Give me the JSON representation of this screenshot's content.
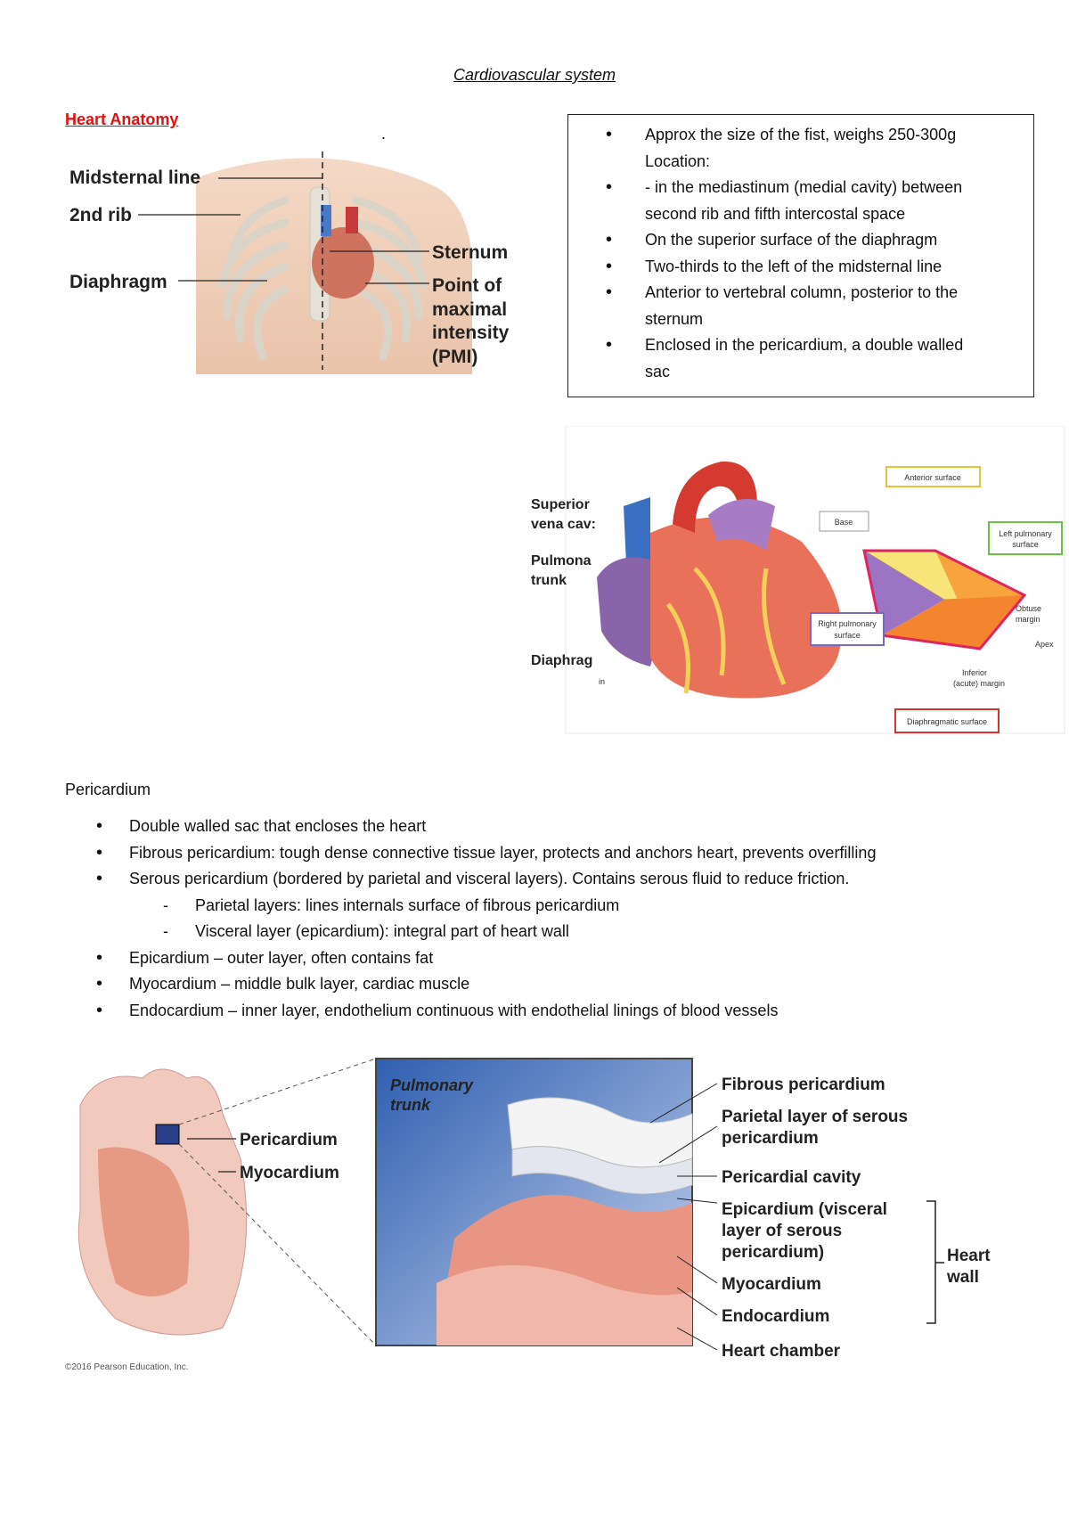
{
  "doc": {
    "title": "Cardiovascular system",
    "section_heading": "Heart Anatomy",
    "stray_dot": "."
  },
  "fig1": {
    "labels": {
      "midsternal": "Midsternal line",
      "rib2": "2nd rib",
      "diaphragm": "Diaphragm",
      "sternum": "Sternum",
      "pmi1": "Point of",
      "pmi2": "maximal",
      "pmi3": "intensity",
      "pmi4": "(PMI)"
    }
  },
  "infobox": {
    "items": [
      {
        "text": "Approx the size of the fist, weighs 250-300g",
        "bullet": true
      },
      {
        "text": "Location:",
        "bullet": false
      },
      {
        "text": "- in the mediastinum (medial cavity) between",
        "bullet": true
      },
      {
        "text": "second rib and fifth intercostal space",
        "bullet": false
      },
      {
        "text": "On the superior surface of the diaphragm",
        "bullet": true
      },
      {
        "text": "Two-thirds to the left of the midsternal line",
        "bullet": true
      },
      {
        "text": "Anterior to vertebral column, posterior to the",
        "bullet": true
      },
      {
        "text": "sternum",
        "bullet": false
      },
      {
        "text": "Enclosed in the pericardium, a double walled",
        "bullet": true
      },
      {
        "text": "sac",
        "bullet": false
      }
    ]
  },
  "fig2": {
    "labels": {
      "svc1": "Superior",
      "svc2": "vena cav:",
      "pt1": "Pulmona",
      "pt2": "trunk",
      "dia": "Diaphrag",
      "cut": "in"
    },
    "surfaces": {
      "anterior": "Anterior surface",
      "base": "Base",
      "left_pulm1": "Left pulmonary",
      "left_pulm2": "surface",
      "right_pulm1": "Right pulmonary",
      "right_pulm2": "surface",
      "obtuse1": "Obtuse",
      "obtuse2": "margin",
      "apex": "Apex",
      "inferior1": "Inferior",
      "inferior2": "(acute) margin",
      "diaphragmatic": "Diaphragmatic surface"
    }
  },
  "pericardium": {
    "heading": "Pericardium",
    "items": [
      {
        "text": "Double walled sac that encloses the heart",
        "type": "bullet"
      },
      {
        "text": "Fibrous pericardium: tough dense connective tissue layer, protects and anchors heart, prevents overfilling",
        "type": "bullet"
      },
      {
        "text": "Serous pericardium (bordered by parietal and visceral layers). Contains serous fluid to reduce friction.",
        "type": "bullet"
      },
      {
        "text": "Parietal layers: lines internals surface of fibrous pericardium",
        "type": "dash"
      },
      {
        "text": "Visceral layer (epicardium): integral part of heart wall",
        "type": "dash"
      },
      {
        "text": "Epicardium – outer layer, often contains fat",
        "type": "bullet"
      },
      {
        "text": "Myocardium – middle bulk layer, cardiac muscle",
        "type": "bullet"
      },
      {
        "text": "Endocardium – inner layer, endothelium continuous with endothelial linings of blood vessels",
        "type": "bullet"
      }
    ]
  },
  "fig3": {
    "labels": {
      "pericardium": "Pericardium",
      "myocardium": "Myocardium",
      "pt1": "Pulmonary",
      "pt2": "trunk",
      "fibrous": "Fibrous pericardium",
      "parietal1": "Parietal layer of serous",
      "parietal2": "pericardium",
      "cavity": "Pericardial cavity",
      "epi1": "Epicardium (visceral",
      "epi2": "layer of serous",
      "epi3": "pericardium)",
      "myo": "Myocardium",
      "endo": "Endocardium",
      "chamber": "Heart chamber",
      "wall1": "Heart",
      "wall2": "wall",
      "copyright": "©2016 Pearson Education, Inc."
    }
  }
}
